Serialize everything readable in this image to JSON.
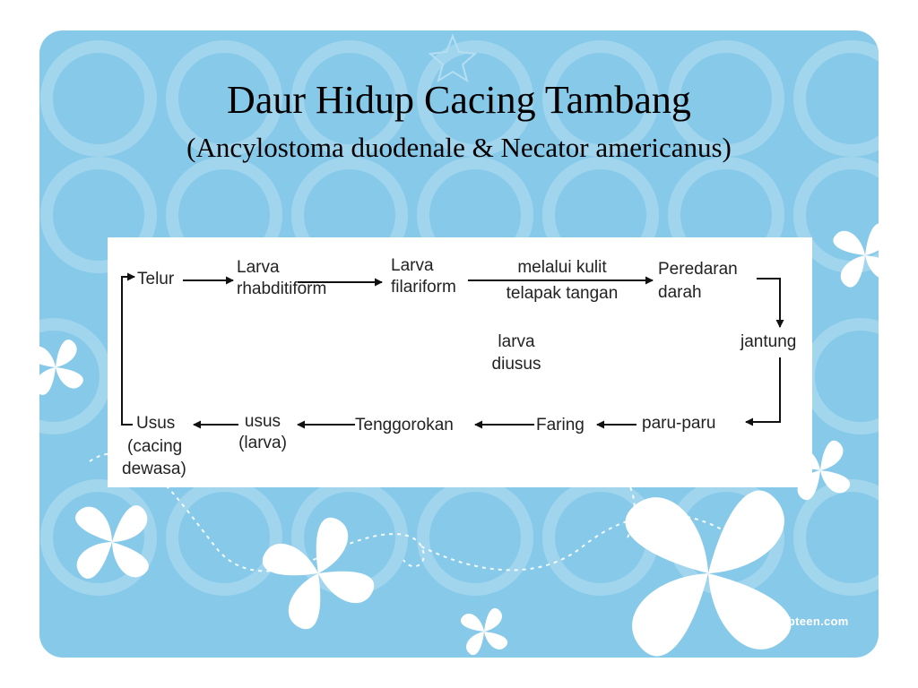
{
  "slide": {
    "title": "Daur Hidup Cacing Tambang",
    "subtitle": "(Ancylostoma duodenale & Necator americanus)",
    "watermark": "www.pbteen.com",
    "background_color": "#87c9e8"
  },
  "diagram": {
    "nodes": {
      "telur": "Telur",
      "rhabditiform_1": "Larva",
      "rhabditiform_2": "rhabditiform",
      "filariform_1": "Larva",
      "filariform_2": "filariform",
      "kulit_1": "melalui kulit",
      "kulit_2": "telapak tangan",
      "peredaran_1": "Peredaran",
      "peredaran_2": "darah",
      "jantung": "jantung",
      "diusus_1": "larva",
      "diusus_2": "diusus",
      "paru": "paru-paru",
      "faring": "Faring",
      "tenggorokan": "Tenggorokan",
      "usus_larva_1": "usus",
      "usus_larva_2": "(larva)",
      "usus_dewasa_1": "Usus",
      "usus_dewasa_2": "(cacing",
      "usus_dewasa_3": "dewasa)"
    }
  }
}
